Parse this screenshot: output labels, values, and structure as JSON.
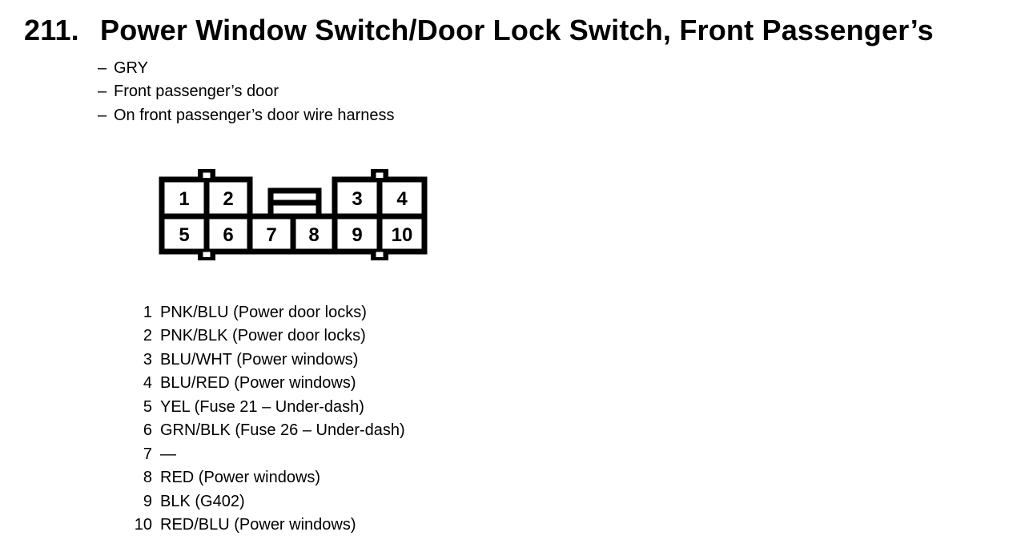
{
  "header": {
    "figure_number": "211.",
    "title": "Power Window Switch/Door Lock Switch, Front Passenger’s"
  },
  "details": {
    "prefix": "–",
    "items": [
      "GRY",
      "Front passenger’s door",
      "On front passenger’s door wire harness"
    ]
  },
  "connector": {
    "pins": [
      "1",
      "2",
      "3",
      "4",
      "5",
      "6",
      "7",
      "8",
      "9",
      "10"
    ]
  },
  "pin_list": [
    {
      "pin": "1",
      "desc": "PNK/BLU (Power door locks)"
    },
    {
      "pin": "2",
      "desc": "PNK/BLK (Power door locks)"
    },
    {
      "pin": "3",
      "desc": "BLU/WHT (Power windows)"
    },
    {
      "pin": "4",
      "desc": "BLU/RED (Power windows)"
    },
    {
      "pin": "5",
      "desc": "YEL (Fuse 21 – Under-dash)"
    },
    {
      "pin": "6",
      "desc": "GRN/BLK (Fuse 26 – Under-dash)"
    },
    {
      "pin": "7",
      "desc": "—"
    },
    {
      "pin": "8",
      "desc": "RED (Power windows)"
    },
    {
      "pin": "9",
      "desc": "BLK (G402)"
    },
    {
      "pin": "10",
      "desc": "RED/BLU (Power windows)"
    }
  ]
}
